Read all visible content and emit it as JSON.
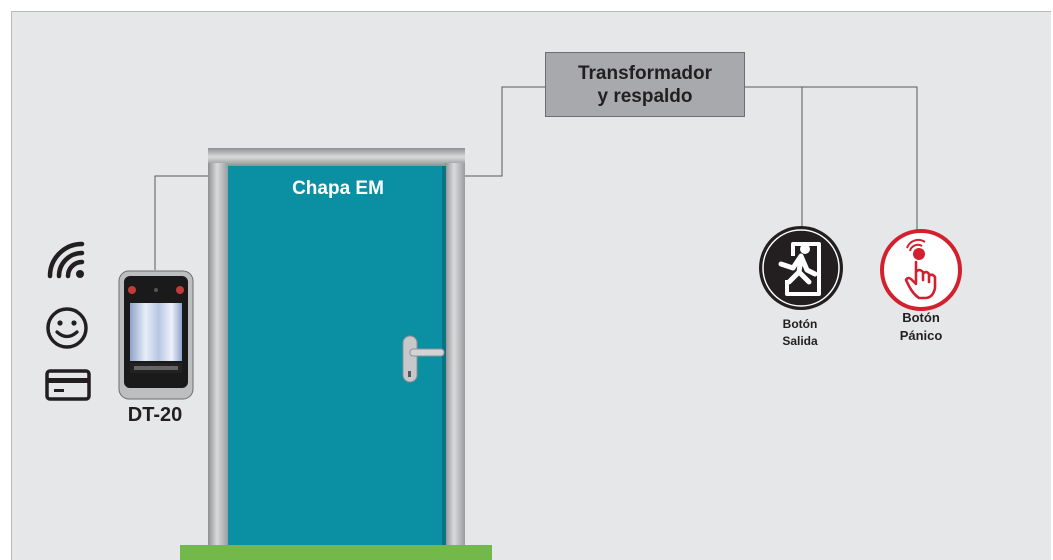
{
  "diagram": {
    "power_supply": {
      "line1": "Transformador",
      "line2": "y respaldo"
    },
    "door": {
      "label": "Chapa EM"
    },
    "terminal": {
      "label": "DT-20"
    },
    "exit_button": {
      "line1": "Botón",
      "line2": "Salida"
    },
    "panic_button": {
      "line1": "Botón",
      "line2": "Pánico"
    },
    "access_method_icons": [
      "wifi-icon",
      "face-icon",
      "card-icon"
    ]
  },
  "colors": {
    "background": "#e6e7e8",
    "box": "#a7a9ac",
    "door": "#0b8fa3",
    "frame": "#b3b5b8",
    "floor": "#72b84a",
    "panic_red": "#d2202f",
    "exit_black": "#231f20"
  }
}
